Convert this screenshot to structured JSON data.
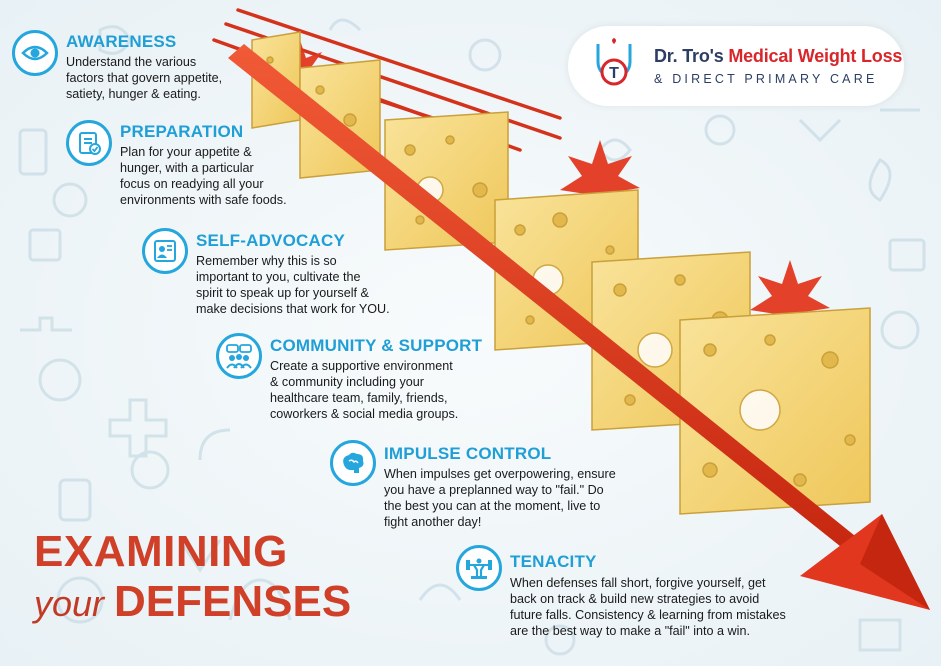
{
  "logo": {
    "name_part1": "Dr. Tro's",
    "name_part2": "Medical Weight Loss",
    "subtitle": "& DIRECT PRIMARY CARE",
    "icon_letter": "T",
    "colors": {
      "navy": "#2c3e63",
      "red": "#d8262b",
      "blue": "#25a6dc"
    }
  },
  "headline": {
    "line1": "EXAMINING",
    "line2_script": "your",
    "line2_bold": "DEFENSES",
    "color": "#d03f27"
  },
  "sections": [
    {
      "title": "AWARENESS",
      "icon": "eye-icon",
      "lines": [
        "Understand the various",
        "factors that govern appetite,",
        "satiety, hunger & eating."
      ]
    },
    {
      "title": "PREPARATION",
      "icon": "checklist-icon",
      "lines": [
        "Plan for your appetite &",
        "hunger, with a particular",
        "focus on readying all your",
        "environments with safe foods."
      ]
    },
    {
      "title": "SELF-ADVOCACY",
      "icon": "person-speaking-icon",
      "lines": [
        "Remember why this is so",
        "important to you, cultivate the",
        "spirit to speak up for yourself &",
        "make decisions that work for YOU."
      ]
    },
    {
      "title": "COMMUNITY & SUPPORT",
      "icon": "group-chat-icon",
      "lines": [
        "Create a supportive environment",
        "& community including your",
        "healthcare team, family, friends,",
        "coworkers & social media groups."
      ]
    },
    {
      "title": "IMPULSE CONTROL",
      "icon": "brain-icon",
      "lines": [
        "When impulses get overpowering, ensure",
        "you have a preplanned way to \"fail.\" Do",
        "the best you can at the moment, live to",
        "fight another day!"
      ]
    },
    {
      "title": "TENACITY",
      "icon": "weightlifter-icon",
      "lines": [
        "When defenses fall short, forgive yourself, get",
        "back on track & build new strategies to avoid",
        "future falls. Consistency & learning from mistakes",
        "are the best way to make a \"fail\" into a win."
      ]
    }
  ],
  "colors": {
    "accent_blue": "#1f9fd6",
    "arrow_red": "#e2371f",
    "cheese": "#f5d77a"
  }
}
